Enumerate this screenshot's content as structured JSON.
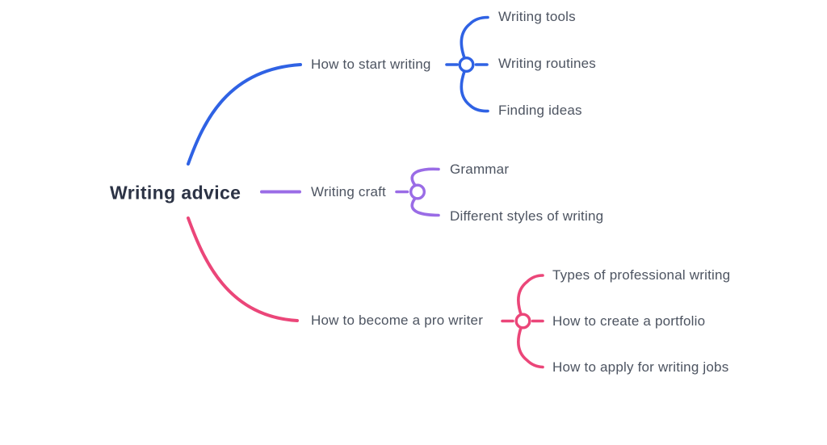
{
  "colors": {
    "canvas_bg": "#ffffff",
    "root_text": "#2c3345",
    "node_text": "#4d5461"
  },
  "root": {
    "label": "Writing advice"
  },
  "branches": [
    {
      "label": "How to start writing",
      "color": "#2f62e4",
      "children": [
        "Writing tools",
        "Writing routines",
        "Finding ideas"
      ]
    },
    {
      "label": "Writing craft",
      "color": "#9a6ce6",
      "children": [
        "Grammar",
        "Different styles of writing"
      ]
    },
    {
      "label": "How to become a pro writer",
      "color": "#eb4679",
      "children": [
        "Types of professional writing",
        "How to create a portfolio",
        "How to apply for writing jobs"
      ]
    }
  ]
}
